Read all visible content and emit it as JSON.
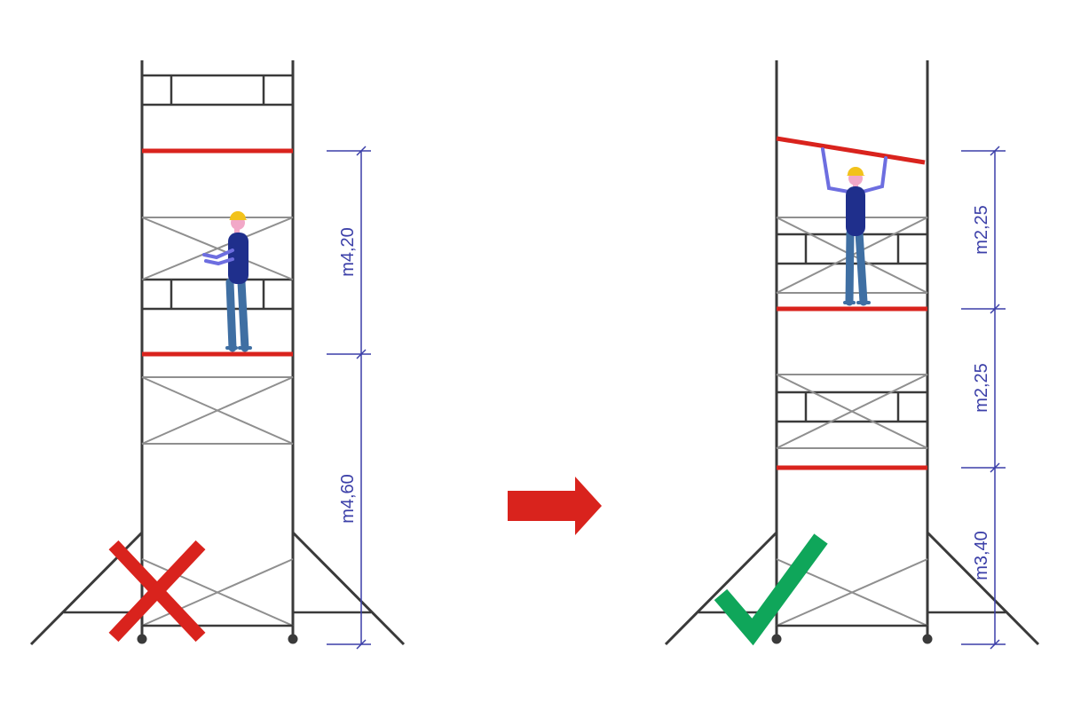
{
  "colors": {
    "frame": "#3a3a3a",
    "brace": "#8f8f8f",
    "platform": "#d9231d",
    "dimension": "#3b3fa8",
    "cross_mark": "#d9231d",
    "check_mark": "#0fa65a",
    "arrow": "#d9231d",
    "worker_jacket": "#1f2f8c",
    "worker_pants": "#3f6fa3",
    "worker_skin": "#f2a8c8",
    "worker_helmet": "#f2c21b",
    "guardrail_arm": "#6d6ee0"
  },
  "left_scaffold": {
    "verdict": "incorrect",
    "verdict_icon": "cross-icon",
    "dimensions": [
      "m4,20",
      "m4,60"
    ]
  },
  "right_scaffold": {
    "verdict": "correct",
    "verdict_icon": "check-icon",
    "dimensions": [
      "m2,25",
      "m2,25",
      "m3,40"
    ]
  },
  "transition_icon": "arrow-right-icon"
}
